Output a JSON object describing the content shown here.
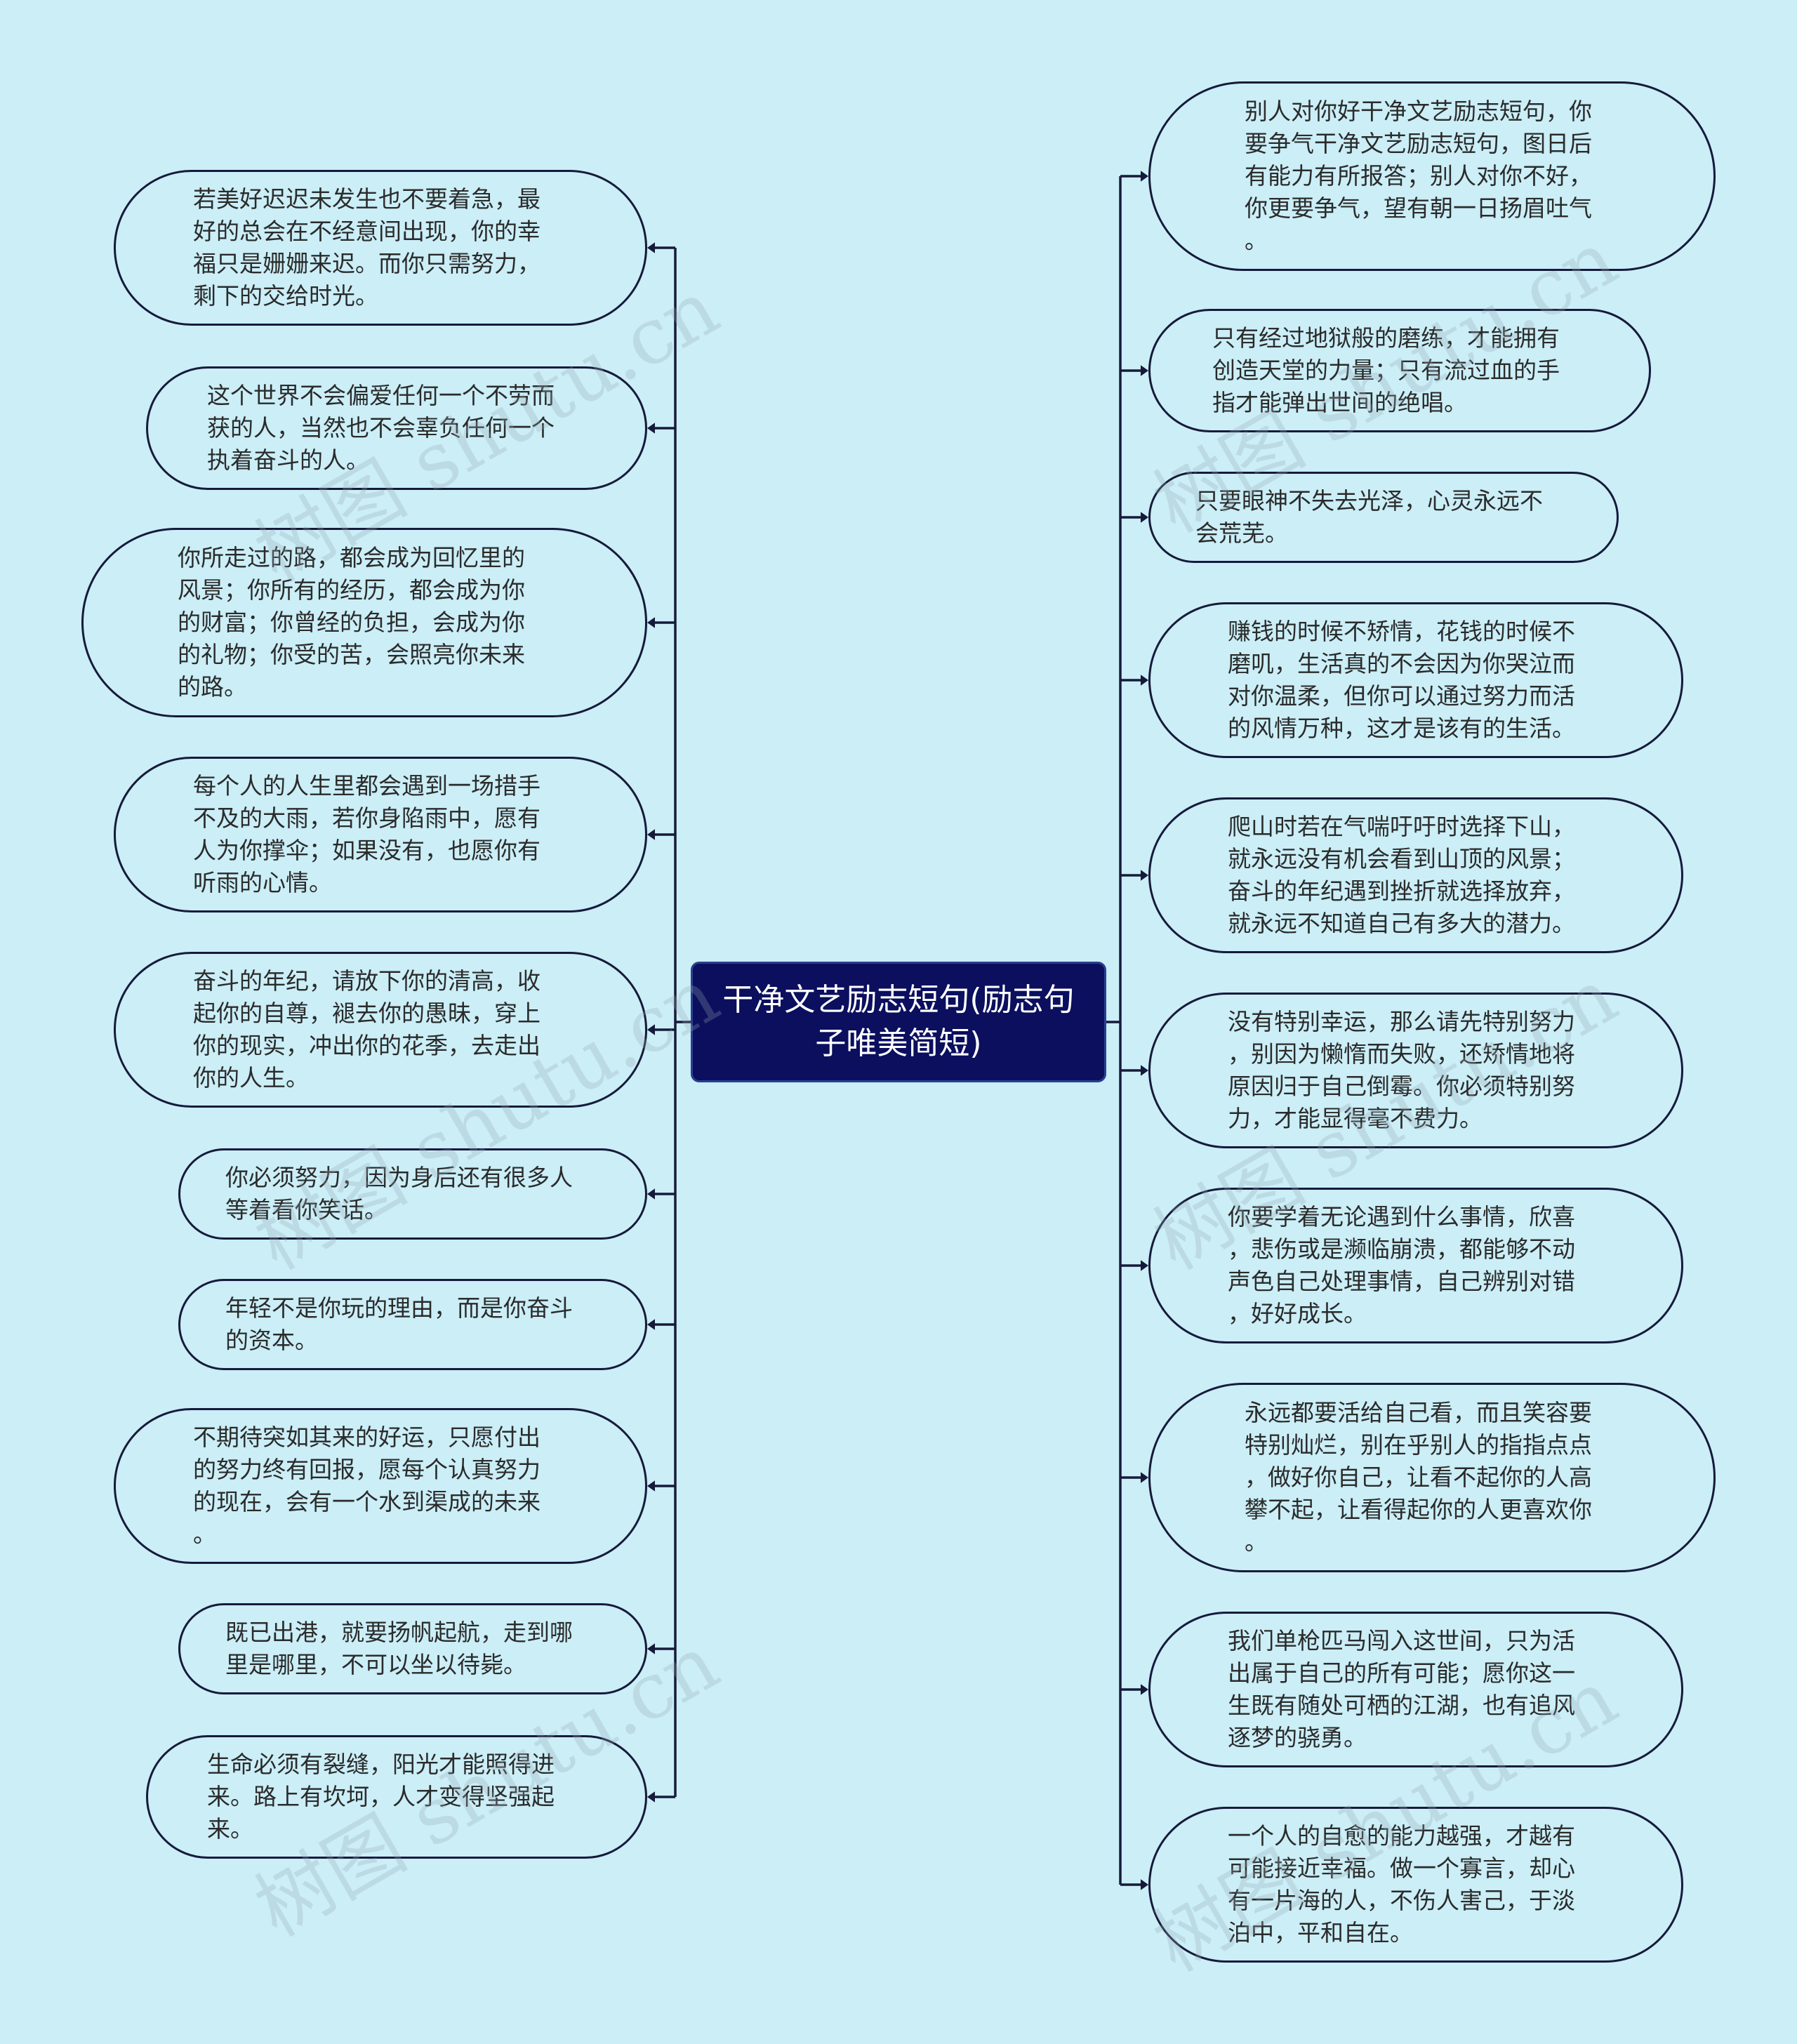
{
  "center": {
    "title_line1": "干净文艺励志短句(励志句",
    "title_line2": "子唯美简短)"
  },
  "left_nodes": [
    {
      "lines": [
        "若美好迟迟未发生也不要着急，最",
        "好的总会在不经意间出现，你的幸",
        "福只是姗姗来迟。而你只需努力，",
        "剩下的交给时光。"
      ]
    },
    {
      "lines": [
        "这个世界不会偏爱任何一个不劳而",
        "获的人，当然也不会辜负任何一个",
        "执着奋斗的人。"
      ]
    },
    {
      "lines": [
        "你所走过的路，都会成为回忆里的",
        "风景；你所有的经历，都会成为你",
        "的财富；你曾经的负担，会成为你",
        "的礼物；你受的苦，会照亮你未来",
        "的路。"
      ]
    },
    {
      "lines": [
        "每个人的人生里都会遇到一场措手",
        "不及的大雨，若你身陷雨中，愿有",
        "人为你撑伞；如果没有，也愿你有",
        "听雨的心情。"
      ]
    },
    {
      "lines": [
        "奋斗的年纪，请放下你的清高，收",
        "起你的自尊，褪去你的愚昧，穿上",
        "你的现实，冲出你的花季，去走出",
        "你的人生。"
      ]
    },
    {
      "lines": [
        "你必须努力，因为身后还有很多人",
        "等着看你笑话。"
      ]
    },
    {
      "lines": [
        "年轻不是你玩的理由，而是你奋斗",
        "的资本。"
      ]
    },
    {
      "lines": [
        "不期待突如其来的好运，只愿付出",
        "的努力终有回报，愿每个认真努力",
        "的现在，会有一个水到渠成的未来",
        "。"
      ]
    },
    {
      "lines": [
        "既已出港，就要扬帆起航，走到哪",
        "里是哪里，不可以坐以待毙。"
      ]
    },
    {
      "lines": [
        "生命必须有裂缝，阳光才能照得进",
        "来。路上有坎坷，人才变得坚强起",
        "来。"
      ]
    }
  ],
  "right_nodes": [
    {
      "lines": [
        "别人对你好干净文艺励志短句，你",
        "要争气干净文艺励志短句，图日后",
        "有能力有所报答；别人对你不好，",
        "你更要争气，望有朝一日扬眉吐气",
        "。"
      ]
    },
    {
      "lines": [
        "只有经过地狱般的磨练，才能拥有",
        "创造天堂的力量；只有流过血的手",
        "指才能弹出世间的绝唱。"
      ]
    },
    {
      "lines": [
        "只要眼神不失去光泽，心灵永远不",
        "会荒芜。"
      ]
    },
    {
      "lines": [
        "赚钱的时候不矫情，花钱的时候不",
        "磨叽，生活真的不会因为你哭泣而",
        "对你温柔，但你可以通过努力而活",
        "的风情万种，这才是该有的生活。"
      ]
    },
    {
      "lines": [
        "爬山时若在气喘吁吁时选择下山，",
        "就永远没有机会看到山顶的风景；",
        "奋斗的年纪遇到挫折就选择放弃，",
        "就永远不知道自己有多大的潜力。"
      ]
    },
    {
      "lines": [
        "没有特别幸运，那么请先特别努力",
        "，别因为懒惰而失败，还矫情地将",
        "原因归于自己倒霉。你必须特别努",
        "力，才能显得毫不费力。"
      ]
    },
    {
      "lines": [
        "你要学着无论遇到什么事情，欣喜",
        "，悲伤或是濒临崩溃，都能够不动",
        "声色自己处理事情，自己辨别对错",
        "，好好成长。"
      ]
    },
    {
      "lines": [
        "永远都要活给自己看，而且笑容要",
        "特别灿烂，别在乎别人的指指点点",
        "，做好你自己，让看不起你的人高",
        "攀不起，让看得起你的人更喜欢你",
        "。"
      ]
    },
    {
      "lines": [
        "我们单枪匹马闯入这世间，只为活",
        "出属于自己的所有可能；愿你这一",
        "生既有随处可栖的江湖，也有追风",
        "逐梦的骁勇。"
      ]
    },
    {
      "lines": [
        "一个人的自愈的能力越强，才越有",
        "可能接近幸福。做一个寡言，却心",
        "有一片海的人，不伤人害己，于淡",
        "泊中，平和自在。"
      ]
    }
  ],
  "watermark": "树图 shutu.cn",
  "colors": {
    "background": "#cbeef7",
    "line": "#161a3a",
    "center_fill": "#0b0f5e"
  }
}
